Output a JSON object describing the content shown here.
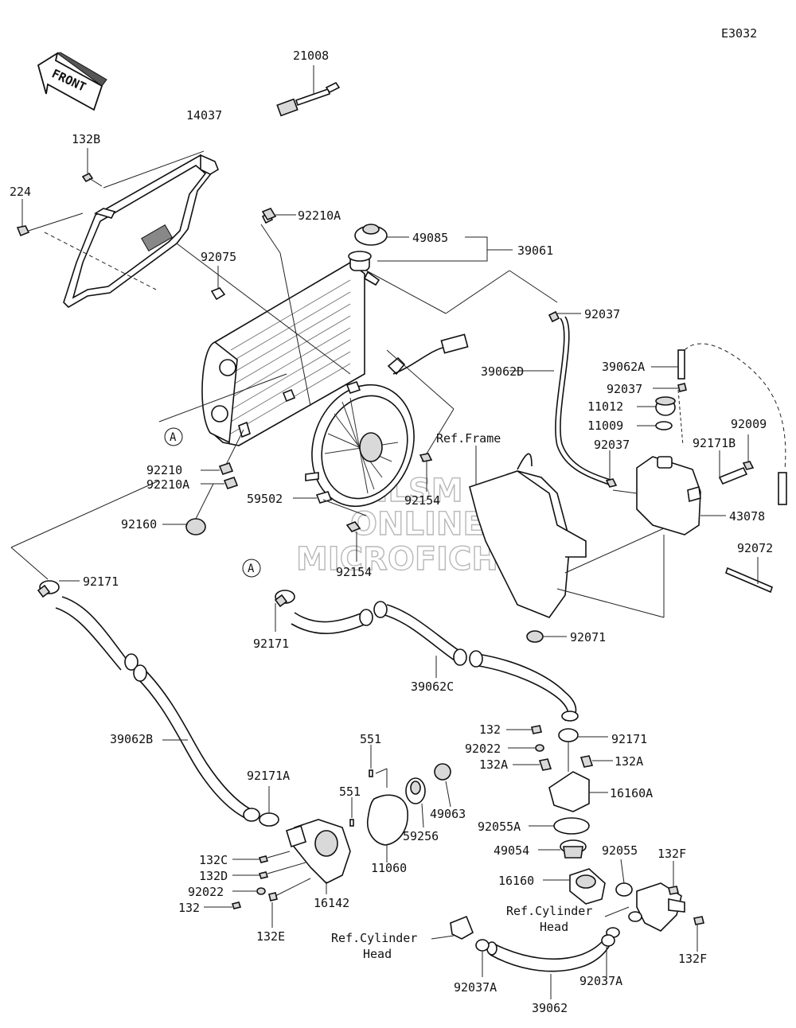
{
  "diagram_code": "E3032",
  "front_arrow": {
    "text": "FRONT",
    "icon": "front-direction-arrow-icon"
  },
  "watermark": [
    "HLSM",
    "ONLINE",
    "MICROFICHE"
  ],
  "callout_marker": "A",
  "part_labels": {
    "p21008": "21008",
    "p14037": "14037",
    "p132B": "132B",
    "p224": "224",
    "p92210A_top": "92210A",
    "p49085": "49085",
    "p39061": "39061",
    "p92075": "92075",
    "p92037_top": "92037",
    "p39062D": "39062D",
    "p39062A": "39062A",
    "p92037_mid": "92037",
    "p11012": "11012",
    "p11009": "11009",
    "p92009": "92009",
    "p92037_low": "92037",
    "p92171B": "92171B",
    "p92210": "92210",
    "p92210A": "92210A",
    "p59502": "59502",
    "p92154_a": "92154",
    "p92154_b": "92154",
    "p92160": "92160",
    "p43078": "43078",
    "p92072": "92072",
    "p92171_left": "92171",
    "p92171_mid": "92171",
    "p92071": "92071",
    "p39062C": "39062C",
    "p132": "132",
    "p92171_right": "92171",
    "p92022_right": "92022",
    "p132A_left": "132A",
    "p132A_right": "132A",
    "p16160A": "16160A",
    "p39062B": "39062B",
    "p551_top": "551",
    "p551_mid": "551",
    "p49063": "49063",
    "p59256": "59256",
    "p92171A": "92171A",
    "p92055A": "92055A",
    "p49054": "49054",
    "p92055": "92055",
    "p132F_top": "132F",
    "p16160": "16160",
    "p11060": "11060",
    "p132C": "132C",
    "p132D": "132D",
    "p92022_left": "92022",
    "p132_left": "132",
    "p16142": "16142",
    "p132E": "132E",
    "p132F_bottom": "132F",
    "p92037A_left": "92037A",
    "p39062": "39062",
    "p92037A_right": "92037A"
  },
  "references": {
    "ref_frame": "Ref.Frame",
    "ref_cyl_head_right_1": "Ref.Cylinder",
    "ref_cyl_head_right_2": "Head",
    "ref_cyl_head_left_1": "Ref.Cylinder",
    "ref_cyl_head_left_2": "Head"
  }
}
